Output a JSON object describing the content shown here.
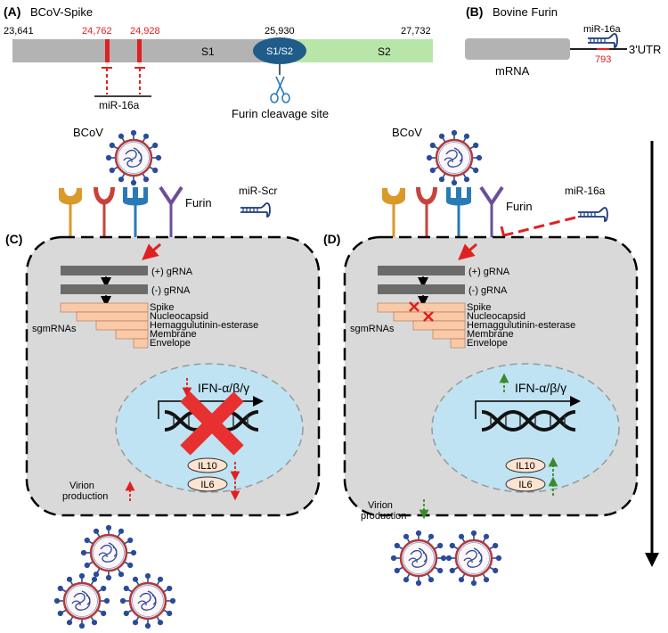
{
  "panelA": {
    "label": "(A)",
    "title": "BCoV-Spike",
    "coord_start": "23,641",
    "coord_site1": "24,762",
    "coord_site2": "24,928",
    "coord_cleavage": "25,930",
    "coord_end": "27,732",
    "s1": "S1",
    "s1s2": "S1/S2",
    "s2": "S2",
    "mirna": "miR-16a",
    "cleavage_label": "Furin cleavage site"
  },
  "panelB": {
    "label": "(B)",
    "title": "Bovine Furin",
    "mirna": "miR-16a",
    "site": "793",
    "utr": "3'UTR",
    "mrna": "mRNA"
  },
  "panelC": {
    "label": "(C)",
    "virus": "BCoV",
    "furin": "Furin",
    "mirna": "miR-Scr",
    "plus_rna": "(+) gRNA",
    "minus_rna": "(-) gRNA",
    "sgmrnas": "sgmRNAs",
    "genes": [
      "Spike",
      "Nucleocapsid",
      "Hemaggulutinin-esterase",
      "Membrane",
      "Envelope"
    ],
    "ifn": "IFN-α/β/γ",
    "il10": "IL10",
    "il6": "IL6",
    "virion1": "Virion",
    "virion2": "production"
  },
  "panelD": {
    "label": "(D)",
    "virus": "BCoV",
    "furin": "Furin",
    "mirna": "miR-16a",
    "plus_rna": "(+) gRNA",
    "minus_rna": "(-) gRNA",
    "sgmrnas": "sgmRNAs",
    "genes": [
      "Spike",
      "Nucleocapsid",
      "Hemaggulutinin-esterase",
      "Membrane",
      "Envelope"
    ],
    "ifn": "IFN-α/β/γ",
    "il10": "IL10",
    "il6": "IL6",
    "virion1": "Virion",
    "virion2": "production"
  },
  "colors": {
    "genome_bar": "#b3b3b3",
    "s2_region": "#b8e6a8",
    "s1s2_oval": "#1f5c8a",
    "mirna_red": "#e02020",
    "mirna_blue": "#1a3a7a",
    "cell": "#d9d9d9",
    "nucleus": "#bfe3f2",
    "sgmrna": "#f9c9a8",
    "rna_bar": "#6b6b6b",
    "receptor_orange": "#d99a2b",
    "receptor_red": "#c8423a",
    "receptor_blue": "#2a7ab8",
    "furin_purple": "#6b4e9a",
    "up_green": "#3a8a2a",
    "virus_red": "#b23a3a",
    "virus_blue": "#2a4a9a"
  }
}
